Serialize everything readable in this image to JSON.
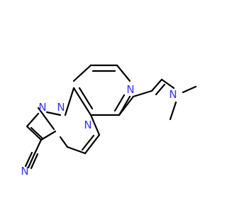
{
  "atoms": {
    "n_pyridine": "N",
    "n_pyrimidine": "N",
    "n_pyrazole_a": "N",
    "n_pyrazole_b": "N",
    "n_amine": "N",
    "n_nitrile": "N"
  },
  "colors": {
    "nitrogen": "#3333ff",
    "bond": "#000000",
    "background": "#ffffff"
  }
}
